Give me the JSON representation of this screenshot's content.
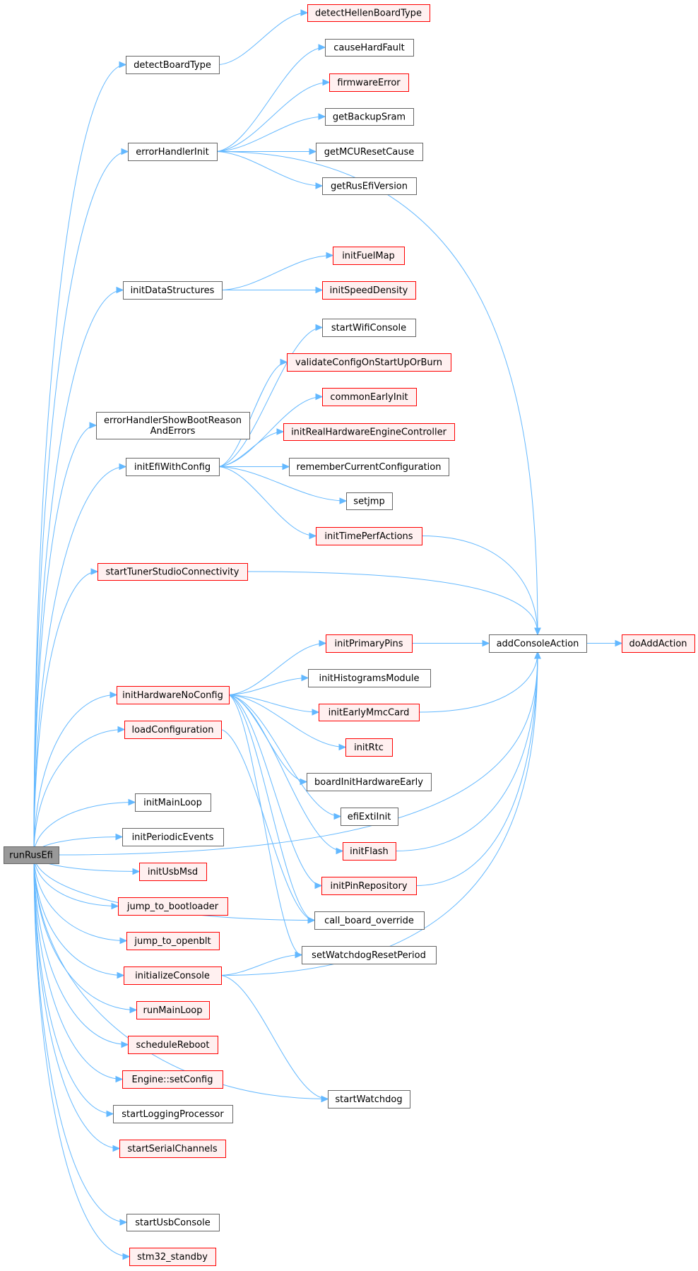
{
  "colors": {
    "edge": "#63b8ff",
    "border_plain": "#666666",
    "border_truncated": "#ff0000",
    "fill_plain": "#ffffff",
    "fill_truncated": "#fff0f0",
    "fill_root": "#999999"
  },
  "nodes": [
    {
      "id": "runRusEfi",
      "label": [
        "runRusEfi"
      ],
      "style": "root"
    },
    {
      "id": "detectBoardType",
      "label": [
        "detectBoardType"
      ],
      "style": "plain"
    },
    {
      "id": "detectHellenBoardType",
      "label": [
        "detectHellenBoardType"
      ],
      "style": "truncated"
    },
    {
      "id": "errorHandlerInit",
      "label": [
        "errorHandlerInit"
      ],
      "style": "plain"
    },
    {
      "id": "causeHardFault",
      "label": [
        "causeHardFault"
      ],
      "style": "plain"
    },
    {
      "id": "firmwareError",
      "label": [
        "firmwareError"
      ],
      "style": "truncated"
    },
    {
      "id": "getBackupSram",
      "label": [
        "getBackupSram"
      ],
      "style": "plain"
    },
    {
      "id": "getMCUResetCause",
      "label": [
        "getMCUResetCause"
      ],
      "style": "plain"
    },
    {
      "id": "getRusEfiVersion",
      "label": [
        "getRusEfiVersion"
      ],
      "style": "plain"
    },
    {
      "id": "addConsoleAction",
      "label": [
        "addConsoleAction"
      ],
      "style": "plain"
    },
    {
      "id": "doAddAction",
      "label": [
        "doAddAction"
      ],
      "style": "truncated"
    },
    {
      "id": "initDataStructures",
      "label": [
        "initDataStructures"
      ],
      "style": "plain"
    },
    {
      "id": "initFuelMap",
      "label": [
        "initFuelMap"
      ],
      "style": "truncated"
    },
    {
      "id": "initSpeedDensity",
      "label": [
        "initSpeedDensity"
      ],
      "style": "truncated"
    },
    {
      "id": "errorHandlerShowBootReasonAndErrors",
      "label": [
        "errorHandlerShowBootReason",
        "AndErrors"
      ],
      "style": "plain"
    },
    {
      "id": "initEfiWithConfig",
      "label": [
        "initEfiWithConfig"
      ],
      "style": "plain"
    },
    {
      "id": "startWifiConsole",
      "label": [
        "startWifiConsole"
      ],
      "style": "plain"
    },
    {
      "id": "validateConfigOnStartUpOrBurn",
      "label": [
        "validateConfigOnStartUpOrBurn"
      ],
      "style": "truncated"
    },
    {
      "id": "commonEarlyInit",
      "label": [
        "commonEarlyInit"
      ],
      "style": "truncated"
    },
    {
      "id": "initRealHardwareEngineController",
      "label": [
        "initRealHardwareEngineController"
      ],
      "style": "truncated"
    },
    {
      "id": "rememberCurrentConfiguration",
      "label": [
        "rememberCurrentConfiguration"
      ],
      "style": "plain"
    },
    {
      "id": "setjmp",
      "label": [
        "setjmp"
      ],
      "style": "plain"
    },
    {
      "id": "initTimePerfActions",
      "label": [
        "initTimePerfActions"
      ],
      "style": "truncated"
    },
    {
      "id": "startTunerStudioConnectivity",
      "label": [
        "startTunerStudioConnectivity"
      ],
      "style": "truncated"
    },
    {
      "id": "initHardwareNoConfig",
      "label": [
        "initHardwareNoConfig"
      ],
      "style": "truncated"
    },
    {
      "id": "initPrimaryPins",
      "label": [
        "initPrimaryPins"
      ],
      "style": "truncated"
    },
    {
      "id": "initHistogramsModule",
      "label": [
        "initHistogramsModule"
      ],
      "style": "plain"
    },
    {
      "id": "initEarlyMmcCard",
      "label": [
        "initEarlyMmcCard"
      ],
      "style": "truncated"
    },
    {
      "id": "initRtc",
      "label": [
        "initRtc"
      ],
      "style": "truncated"
    },
    {
      "id": "boardInitHardwareEarly",
      "label": [
        "boardInitHardwareEarly"
      ],
      "style": "plain"
    },
    {
      "id": "efiExtiInit",
      "label": [
        "efiExtiInit"
      ],
      "style": "plain"
    },
    {
      "id": "initFlash",
      "label": [
        "initFlash"
      ],
      "style": "truncated"
    },
    {
      "id": "initPinRepository",
      "label": [
        "initPinRepository"
      ],
      "style": "truncated"
    },
    {
      "id": "call_board_override",
      "label": [
        "call_board_override"
      ],
      "style": "plain"
    },
    {
      "id": "setWatchdogResetPeriod",
      "label": [
        "setWatchdogResetPeriod"
      ],
      "style": "plain"
    },
    {
      "id": "loadConfiguration",
      "label": [
        "loadConfiguration"
      ],
      "style": "truncated"
    },
    {
      "id": "initMainLoop",
      "label": [
        "initMainLoop"
      ],
      "style": "plain"
    },
    {
      "id": "initPeriodicEvents",
      "label": [
        "initPeriodicEvents"
      ],
      "style": "plain"
    },
    {
      "id": "initUsbMsd",
      "label": [
        "initUsbMsd"
      ],
      "style": "truncated"
    },
    {
      "id": "jump_to_bootloader",
      "label": [
        "jump_to_bootloader"
      ],
      "style": "truncated"
    },
    {
      "id": "jump_to_openblt",
      "label": [
        "jump_to_openblt"
      ],
      "style": "truncated"
    },
    {
      "id": "initializeConsole",
      "label": [
        "initializeConsole"
      ],
      "style": "truncated"
    },
    {
      "id": "startWatchdog",
      "label": [
        "startWatchdog"
      ],
      "style": "plain"
    },
    {
      "id": "runMainLoop",
      "label": [
        "runMainLoop"
      ],
      "style": "truncated"
    },
    {
      "id": "scheduleReboot",
      "label": [
        "scheduleReboot"
      ],
      "style": "truncated"
    },
    {
      "id": "Engine_setConfig",
      "label": [
        "Engine::setConfig"
      ],
      "style": "truncated"
    },
    {
      "id": "startLoggingProcessor",
      "label": [
        "startLoggingProcessor"
      ],
      "style": "plain"
    },
    {
      "id": "startSerialChannels",
      "label": [
        "startSerialChannels"
      ],
      "style": "truncated"
    },
    {
      "id": "startUsbConsole",
      "label": [
        "startUsbConsole"
      ],
      "style": "plain"
    },
    {
      "id": "stm32_standby",
      "label": [
        "stm32_standby"
      ],
      "style": "truncated"
    }
  ],
  "edges": [
    [
      "runRusEfi",
      "detectBoardType"
    ],
    [
      "runRusEfi",
      "errorHandlerInit"
    ],
    [
      "runRusEfi",
      "initDataStructures"
    ],
    [
      "runRusEfi",
      "errorHandlerShowBootReasonAndErrors"
    ],
    [
      "runRusEfi",
      "initEfiWithConfig"
    ],
    [
      "runRusEfi",
      "startTunerStudioConnectivity"
    ],
    [
      "runRusEfi",
      "addConsoleAction"
    ],
    [
      "runRusEfi",
      "initHardwareNoConfig"
    ],
    [
      "runRusEfi",
      "loadConfiguration"
    ],
    [
      "runRusEfi",
      "call_board_override"
    ],
    [
      "runRusEfi",
      "initMainLoop"
    ],
    [
      "runRusEfi",
      "initPeriodicEvents"
    ],
    [
      "runRusEfi",
      "initUsbMsd"
    ],
    [
      "runRusEfi",
      "jump_to_bootloader"
    ],
    [
      "runRusEfi",
      "jump_to_openblt"
    ],
    [
      "runRusEfi",
      "initializeConsole"
    ],
    [
      "runRusEfi",
      "runMainLoop"
    ],
    [
      "runRusEfi",
      "scheduleReboot"
    ],
    [
      "runRusEfi",
      "Engine_setConfig"
    ],
    [
      "runRusEfi",
      "startLoggingProcessor"
    ],
    [
      "runRusEfi",
      "startSerialChannels"
    ],
    [
      "runRusEfi",
      "startWatchdog"
    ],
    [
      "runRusEfi",
      "startUsbConsole"
    ],
    [
      "runRusEfi",
      "stm32_standby"
    ],
    [
      "detectBoardType",
      "detectHellenBoardType"
    ],
    [
      "errorHandlerInit",
      "causeHardFault"
    ],
    [
      "errorHandlerInit",
      "firmwareError"
    ],
    [
      "errorHandlerInit",
      "getBackupSram"
    ],
    [
      "errorHandlerInit",
      "getMCUResetCause"
    ],
    [
      "errorHandlerInit",
      "getRusEfiVersion"
    ],
    [
      "errorHandlerInit",
      "addConsoleAction"
    ],
    [
      "initDataStructures",
      "initFuelMap"
    ],
    [
      "initDataStructures",
      "initSpeedDensity"
    ],
    [
      "initEfiWithConfig",
      "startWifiConsole"
    ],
    [
      "initEfiWithConfig",
      "validateConfigOnStartUpOrBurn"
    ],
    [
      "initEfiWithConfig",
      "commonEarlyInit"
    ],
    [
      "initEfiWithConfig",
      "initRealHardwareEngineController"
    ],
    [
      "initEfiWithConfig",
      "rememberCurrentConfiguration"
    ],
    [
      "initEfiWithConfig",
      "setjmp"
    ],
    [
      "initEfiWithConfig",
      "initTimePerfActions"
    ],
    [
      "initTimePerfActions",
      "addConsoleAction"
    ],
    [
      "startTunerStudioConnectivity",
      "addConsoleAction"
    ],
    [
      "addConsoleAction",
      "doAddAction"
    ],
    [
      "initHardwareNoConfig",
      "initPrimaryPins"
    ],
    [
      "initHardwareNoConfig",
      "initHistogramsModule"
    ],
    [
      "initHardwareNoConfig",
      "initEarlyMmcCard"
    ],
    [
      "initHardwareNoConfig",
      "initRtc"
    ],
    [
      "initHardwareNoConfig",
      "boardInitHardwareEarly"
    ],
    [
      "initHardwareNoConfig",
      "efiExtiInit"
    ],
    [
      "initHardwareNoConfig",
      "initFlash"
    ],
    [
      "initHardwareNoConfig",
      "initPinRepository"
    ],
    [
      "initHardwareNoConfig",
      "call_board_override"
    ],
    [
      "initHardwareNoConfig",
      "setWatchdogResetPeriod"
    ],
    [
      "initPrimaryPins",
      "addConsoleAction"
    ],
    [
      "initEarlyMmcCard",
      "addConsoleAction"
    ],
    [
      "initFlash",
      "addConsoleAction"
    ],
    [
      "initPinRepository",
      "addConsoleAction"
    ],
    [
      "loadConfiguration",
      "call_board_override"
    ],
    [
      "initializeConsole",
      "setWatchdogResetPeriod"
    ],
    [
      "initializeConsole",
      "addConsoleAction"
    ],
    [
      "initializeConsole",
      "startWatchdog"
    ]
  ]
}
